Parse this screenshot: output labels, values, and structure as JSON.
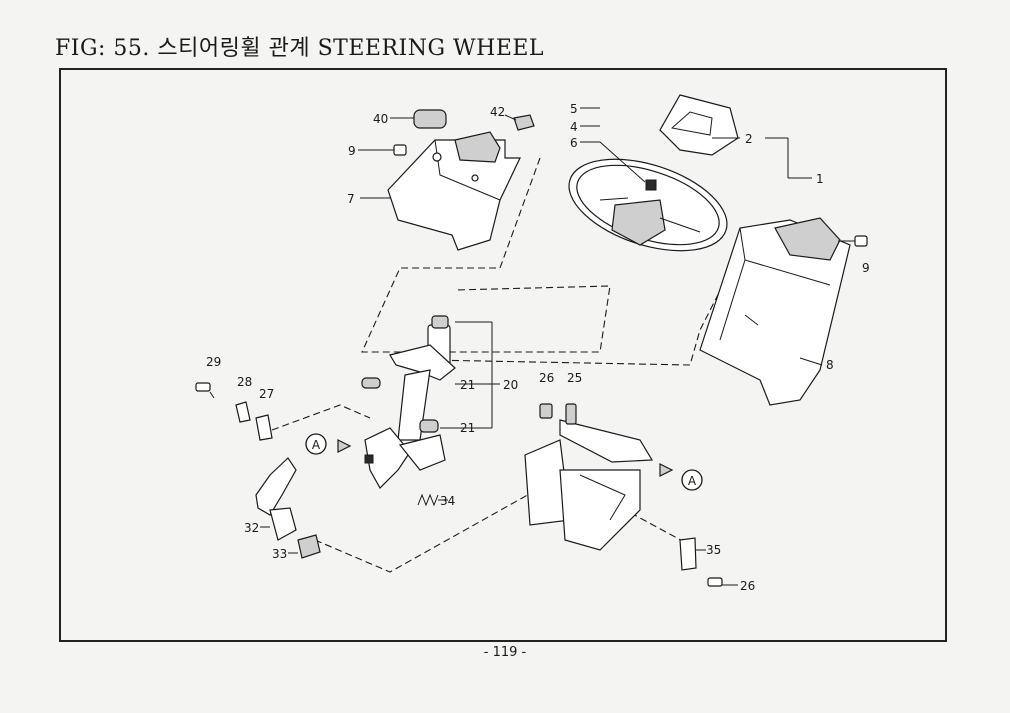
{
  "title": "FIG: 55. 스티어링휠 관계 STEERING WHEEL",
  "page_number": "- 119 -",
  "callouts": {
    "p1": "1",
    "p2": "2",
    "p4": "4",
    "p5": "5",
    "p6": "6",
    "p7": "7",
    "p8": "8",
    "p9a": "9",
    "p9b": "9",
    "p20": "20",
    "p21a": "21",
    "p21b": "21",
    "p25": "25",
    "p26a": "26",
    "p26b": "26",
    "p27": "27",
    "p28": "28",
    "p29": "29",
    "p32": "32",
    "p33": "33",
    "p34": "34",
    "p35": "35",
    "p40": "40",
    "p42": "42"
  },
  "reference_marks": {
    "left": "A",
    "right": "A"
  }
}
